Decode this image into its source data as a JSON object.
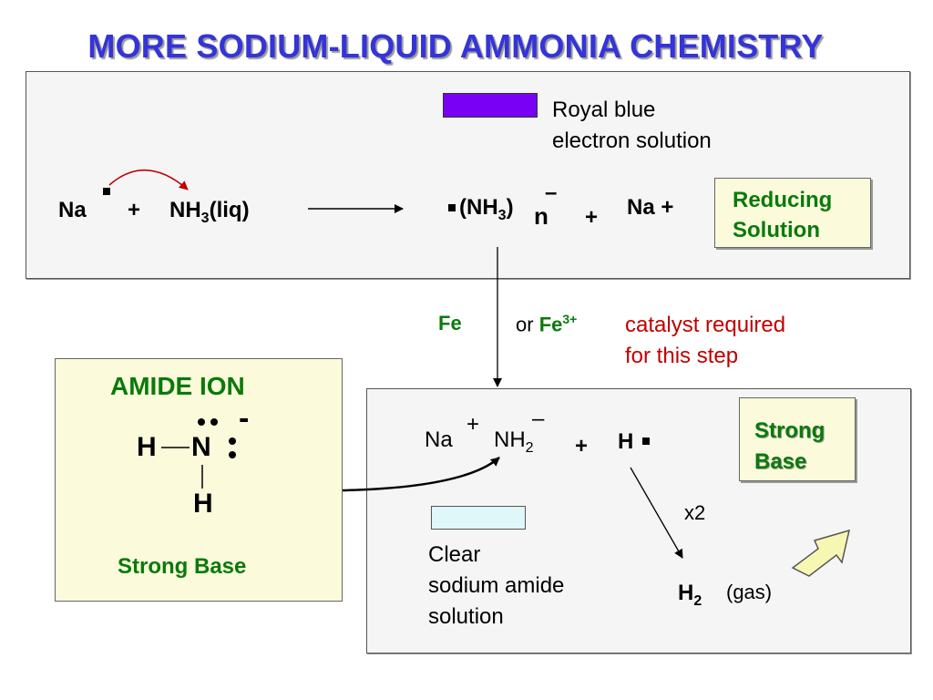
{
  "title": "MORE SODIUM-LIQUID AMMONIA CHEMISTRY",
  "top_panel": {
    "legend_text_line1": "Royal blue",
    "legend_text_line2": "electron solution",
    "legend_color": "#7a00f5",
    "reactant_na": "Na",
    "plus1": "+",
    "reactant_nh3": "NH",
    "reactant_nh3_sub": "3",
    "reactant_nh3_suffix": "(liq)",
    "product_open": "(NH",
    "product_sub": "3",
    "product_close": ")",
    "product_n": "n",
    "product_charge": "–",
    "plus2": "+",
    "product_na": "Na +",
    "box_line1": "Reducing",
    "box_line2": "Solution"
  },
  "middle": {
    "fe": "Fe",
    "or_text": "or ",
    "fe3": "Fe",
    "fe3_sup": "3+",
    "catalyst_line1": "catalyst required",
    "catalyst_line2": "for this step"
  },
  "amide_box": {
    "heading": "AMIDE ION",
    "h_left": "H",
    "n_atom": "N",
    "h_bottom": "H",
    "charge": "-",
    "label": "Strong Base"
  },
  "bottom_panel": {
    "na": "Na",
    "na_charge": "+",
    "nh2": "NH",
    "nh2_sub": "2",
    "nh2_charge": "–",
    "plus": "+",
    "h": "H",
    "box_line1": "Strong",
    "box_line2": "Base",
    "x2": "x2",
    "legend_color": "#e0f7f9",
    "clear_line1": "Clear",
    "clear_line2": "sodium amide",
    "clear_line3": "solution",
    "h2": "H",
    "h2_sub": "2",
    "gas": "(gas)"
  },
  "colors": {
    "title": "#3434d8",
    "green_label": "#0a7a0a",
    "red_label": "#c00000",
    "note_box": "#fbfbdc",
    "arrow_hint": "#f7f7b4"
  }
}
